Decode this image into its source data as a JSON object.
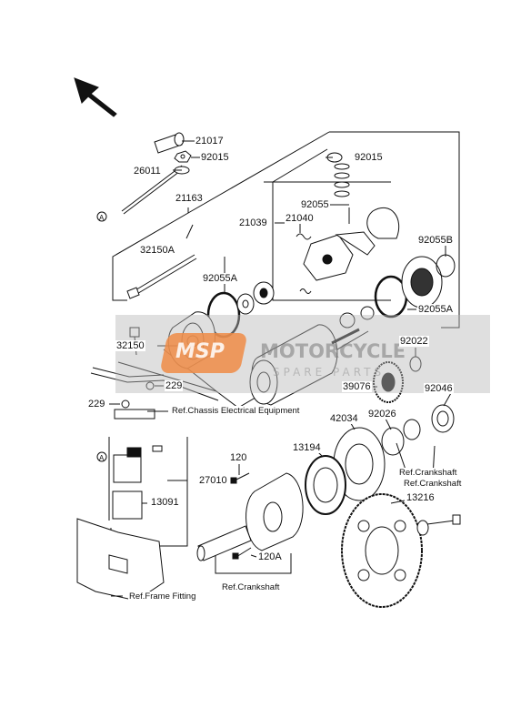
{
  "diagram": {
    "part_labels": [
      "21017",
      "92015",
      "26011",
      "21163",
      "32150A",
      "92055A",
      "32150",
      "92015",
      "92055",
      "21040",
      "21039",
      "92055B",
      "92055A",
      "92022",
      "39076",
      "92046",
      "229",
      "229",
      "42034",
      "92026",
      "120",
      "13194",
      "27010",
      "13091",
      "13216",
      "120A"
    ],
    "ref_labels": [
      "Ref.Chassis Electrical Equipment",
      "Ref.Crankshaft",
      "Ref.Crankshaft",
      "Ref.Frame Fitting",
      "Ref.Crankshaft"
    ],
    "markers": [
      "A",
      "A"
    ]
  },
  "watermark": {
    "logo": "MSP",
    "title": "MOTORCYCLE",
    "subtitle": "SPARE PARTS"
  }
}
